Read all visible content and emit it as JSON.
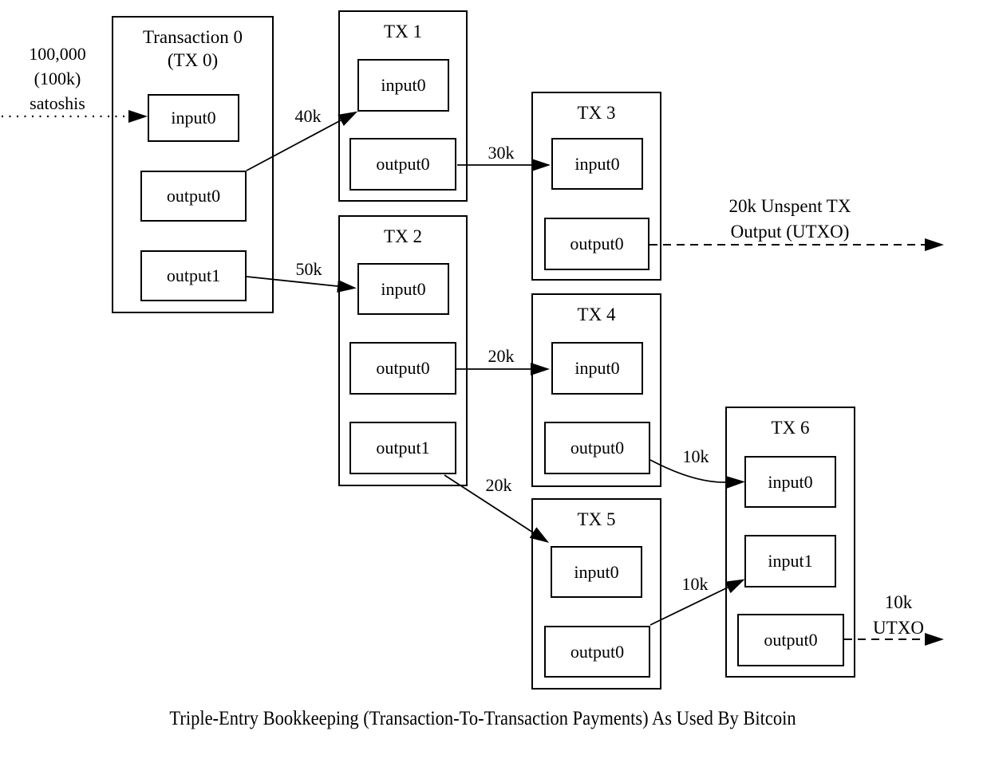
{
  "colors": {
    "ink": "#000000",
    "background": "#ffffff"
  },
  "caption": "Triple-Entry Bookkeeping (Transaction-To-Transaction Payments) As Used By Bitcoin",
  "diagram": {
    "source_label": {
      "line1": "100,000",
      "line2": "(100k)",
      "line3": "satoshis"
    },
    "transactions": {
      "tx0": {
        "title_line1": "Transaction 0",
        "title_line2": "(TX 0)",
        "input0": "input0",
        "output0": "output0",
        "output1": "output1"
      },
      "tx1": {
        "title": "TX 1",
        "input0": "input0",
        "output0": "output0"
      },
      "tx2": {
        "title": "TX 2",
        "input0": "input0",
        "output0": "output0",
        "output1": "output1"
      },
      "tx3": {
        "title": "TX 3",
        "input0": "input0",
        "output0": "output0"
      },
      "tx4": {
        "title": "TX 4",
        "input0": "input0",
        "output0": "output0"
      },
      "tx5": {
        "title": "TX 5",
        "input0": "input0",
        "output0": "output0"
      },
      "tx6": {
        "title": "TX 6",
        "input0": "input0",
        "input1": "input1",
        "output0": "output0"
      }
    },
    "edge_labels": {
      "tx0_to_tx1": "40k",
      "tx0_to_tx2": "50k",
      "tx1_to_tx3": "30k",
      "tx2_to_tx4": "20k",
      "tx2_to_tx5": "20k",
      "tx4_to_tx6": "10k",
      "tx5_to_tx6": "10k"
    },
    "utxo_20k": {
      "line1": "20k Unspent TX",
      "line2": "Output (UTXO)"
    },
    "utxo_10k": {
      "line1": "10k",
      "line2": "UTXO"
    }
  }
}
